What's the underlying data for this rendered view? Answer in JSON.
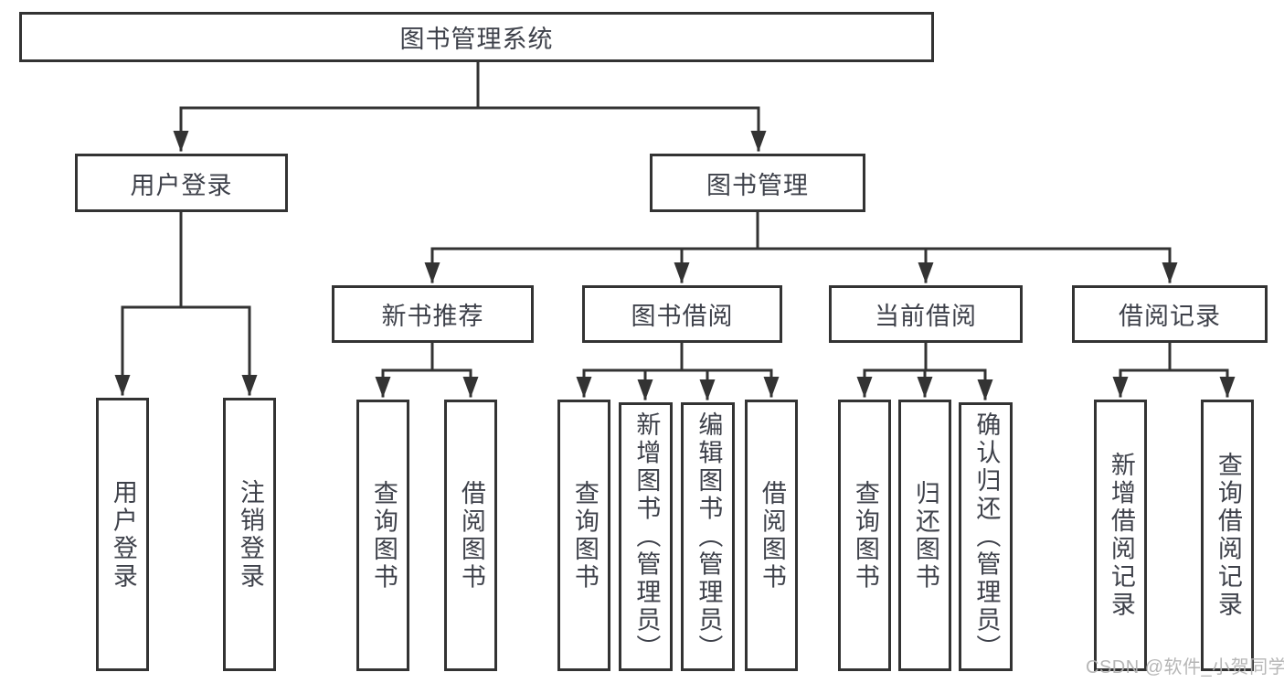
{
  "diagram": {
    "root": "图书管理系统",
    "branches": [
      {
        "label": "用户登录",
        "children": [
          "用户登录",
          "注销登录"
        ]
      },
      {
        "label": "图书管理"
      }
    ],
    "modules": [
      {
        "label": "新书推荐",
        "children": [
          "查询图书",
          "借阅图书"
        ]
      },
      {
        "label": "图书借阅",
        "children": [
          "查询图书",
          "新增图书（管理员）",
          "编辑图书（管理员）",
          "借阅图书"
        ]
      },
      {
        "label": "当前借阅",
        "children": [
          "查询图书",
          "归还图书",
          "确认归还（管理员）"
        ]
      },
      {
        "label": "借阅记录",
        "children": [
          "新增借阅记录",
          "查询借阅记录"
        ]
      }
    ],
    "watermark": "CSDN @软件_小贺同学"
  },
  "colors": {
    "line": "#333333",
    "text": "#3e414a",
    "background": "#ffffff",
    "watermark": "#b3b3b3"
  }
}
